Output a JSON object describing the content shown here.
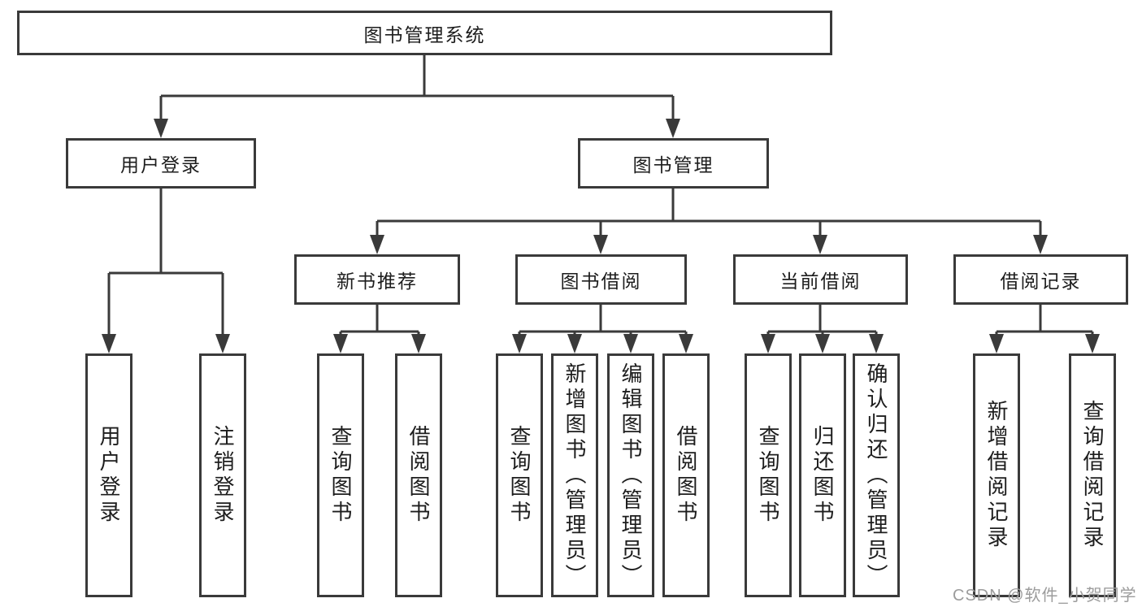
{
  "diagram": {
    "title": "图书管理系统",
    "branches": {
      "user_login": {
        "label": "用户登录",
        "children": [
          {
            "label": "用户登录"
          },
          {
            "label": "注销登录"
          }
        ]
      },
      "book_mgmt": {
        "label": "图书管理",
        "sections": [
          {
            "label": "新书推荐",
            "children": [
              {
                "label": "查询图书"
              },
              {
                "label": "借阅图书"
              }
            ]
          },
          {
            "label": "图书借阅",
            "children": [
              {
                "label": "查询图书"
              },
              {
                "label": "新增图书（管理员）"
              },
              {
                "label": "编辑图书（管理员）"
              },
              {
                "label": "借阅图书"
              }
            ]
          },
          {
            "label": "当前借阅",
            "children": [
              {
                "label": "查询图书"
              },
              {
                "label": "归还图书"
              },
              {
                "label": "确认归还（管理员）"
              }
            ]
          },
          {
            "label": "借阅记录",
            "children": [
              {
                "label": "新增借阅记录"
              },
              {
                "label": "查询借阅记录"
              }
            ]
          }
        ]
      }
    }
  },
  "watermark": {
    "text": "CSDN @软件_小贺同学"
  },
  "colors": {
    "line": "#3a3a3a",
    "text": "#1d1d1d",
    "watermark": "#9c9c9c",
    "background": "#ffffff"
  }
}
